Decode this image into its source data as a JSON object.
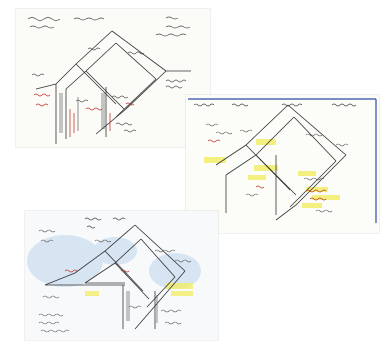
{
  "image": {
    "description_type": "scanned handwritten diagram sheets",
    "sheets": [
      {
        "id": "sheet-1",
        "label": "",
        "highlights": [],
        "accent_colors": [
          "#3a3a3a",
          "#c0392b"
        ]
      },
      {
        "id": "sheet-2",
        "label": "",
        "highlights": [
          "yellow"
        ],
        "accent_colors": [
          "#3a3a3a",
          "#c0392b",
          "#f2ee6a",
          "#2c4ea8"
        ]
      },
      {
        "id": "sheet-3",
        "label": "",
        "highlights": [
          "yellow"
        ],
        "accent_colors": [
          "#3a3a3a",
          "#c0392b",
          "#f2ee6a",
          "#7fb0d6"
        ]
      }
    ]
  },
  "colors": {
    "ink": "#3a3a3a",
    "red_ink": "#c0392b",
    "highlight": "#f2ee6a",
    "blue_tint": "#bcd6ea",
    "paper": "#fbfbf8"
  }
}
